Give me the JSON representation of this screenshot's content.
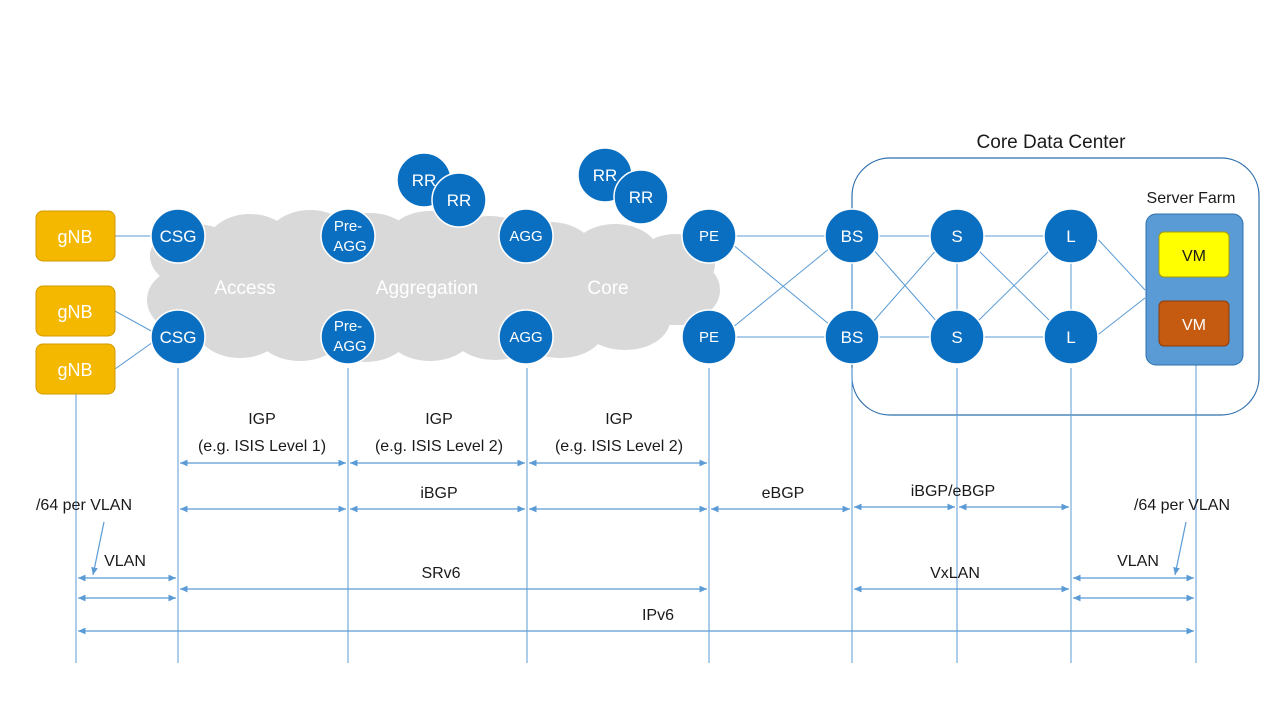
{
  "title": "Core Data Center",
  "server_farm": {
    "label": "Server  Farm",
    "vm1": "VM",
    "vm2": "VM"
  },
  "clouds": {
    "access": "Access",
    "aggregation": "Aggregation",
    "core": "Core"
  },
  "gnb": {
    "top": "gNB",
    "mid": "gNB",
    "bottom": "gNB"
  },
  "nodes": {
    "csg_top": "CSG",
    "csg_bot": "CSG",
    "pre_agg_top_1": "Pre-",
    "pre_agg_top_2": "AGG",
    "pre_agg_bot_1": "Pre-",
    "pre_agg_bot_2": "AGG",
    "agg_top": "AGG",
    "agg_bot": "AGG",
    "pe_top": "PE",
    "pe_bot": "PE",
    "bs_top": "BS",
    "bs_bot": "BS",
    "s_top": "S",
    "s_bot": "S",
    "l_top": "L",
    "l_bot": "L",
    "rr1a": "RR",
    "rr1b": "RR",
    "rr2a": "RR",
    "rr2b": "RR"
  },
  "annotations": {
    "igp1_a": "IGP",
    "igp1_b": "(e.g. ISIS Level 1)",
    "igp2_a": "IGP",
    "igp2_b": "(e.g. ISIS Level 2)",
    "igp3_a": "IGP",
    "igp3_b": "(e.g. ISIS Level 2)",
    "ibgp": "iBGP",
    "ebgp": "eBGP",
    "ibgp_ebgp": "iBGP/eBGP",
    "vlan_left": "VLAN",
    "vlan_right": "VLAN",
    "srv6": "SRv6",
    "vxlan": "VxLAN",
    "ipv6": "IPv6",
    "per_vlan_left": "/64 per VLAN",
    "per_vlan_right": "/64 per VLAN"
  },
  "colors": {
    "node_blue": "#0b6fc1",
    "gnb_orange": "#f5b800",
    "line_blue": "#5b9bd5",
    "cloud_gray": "#d9d9d9",
    "server_farm_fill": "#5b9bd5",
    "vm_yellow": "#ffff00",
    "vm_orange": "#c55a11"
  }
}
